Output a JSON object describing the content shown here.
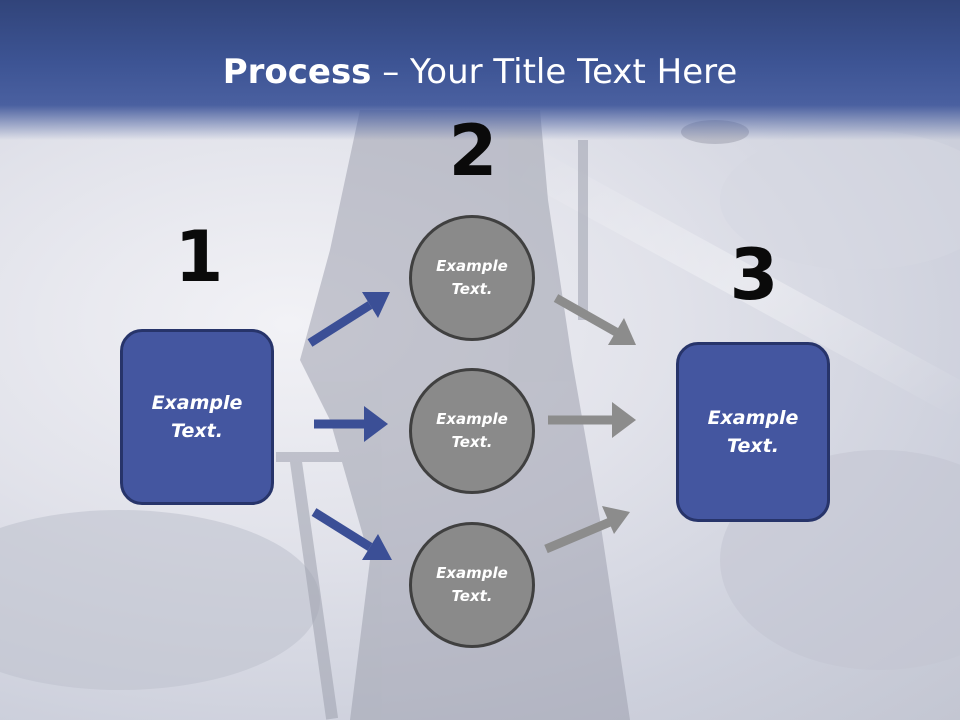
{
  "slide": {
    "title_bold": "Process",
    "title_rest": " – Your Title Text Here"
  },
  "steps": {
    "step1": {
      "number": "1",
      "text": "Example\nText."
    },
    "step2": {
      "number": "2",
      "items": [
        "Example\nText.",
        "Example\nText.",
        "Example\nText."
      ]
    },
    "step3": {
      "number": "3",
      "text": "Example\nText."
    }
  },
  "colors": {
    "title_bar": "#3d5494",
    "box_fill": "#4456a0",
    "box_border": "#27346a",
    "circle_fill": "#8a8a8a",
    "blue_arrow": "#3b4f96",
    "gray_arrow": "#8c8c8c"
  }
}
